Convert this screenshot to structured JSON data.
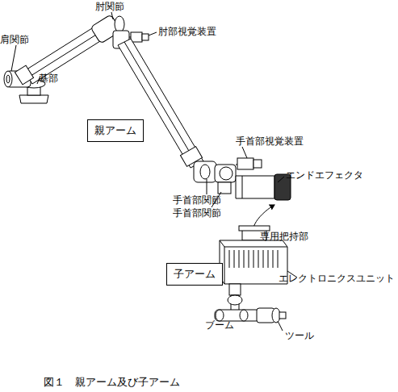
{
  "diagram": {
    "caption": "図１　親アーム及び子アーム",
    "nodes": [
      {
        "text": [
          "親アーム"
        ]
      },
      {
        "text": [
          "子アーム"
        ]
      }
    ],
    "labels": [
      "肘関節",
      "肘部視覚装置",
      "肩関節",
      "基部",
      "手首部視覚装置",
      "エンドエフェクタ",
      "手首部関節",
      "手首部関節",
      "専用把持部",
      "エレクトロニクスユニット",
      "ブーム",
      "ツール"
    ]
  }
}
